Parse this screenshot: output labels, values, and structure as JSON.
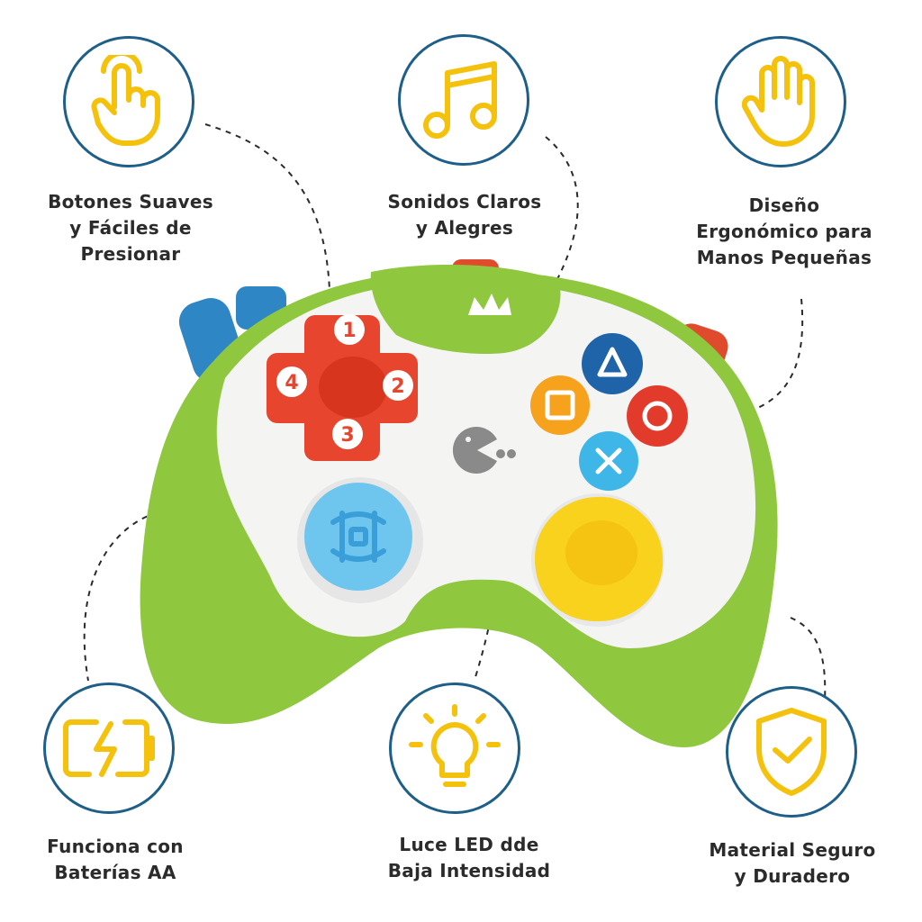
{
  "features": [
    {
      "icon": "tap-hand-icon",
      "lines": [
        "Botones Suaves",
        "y Fáciles de",
        "Presionar"
      ]
    },
    {
      "icon": "music-note-icon",
      "lines": [
        "Sonidos Claros",
        "y Alegres"
      ]
    },
    {
      "icon": "open-hand-icon",
      "lines": [
        "Diseño",
        "Ergonómico para",
        "Manos Pequeñas"
      ]
    },
    {
      "icon": "battery-icon",
      "lines": [
        "Funciona con",
        "Baterías AA"
      ]
    },
    {
      "icon": "lightbulb-icon",
      "lines": [
        "Luce LED dde",
        "Baja Intensidad"
      ]
    },
    {
      "icon": "shield-check-icon",
      "lines": [
        "Material Seguro",
        "y Duradero"
      ]
    }
  ],
  "controller": {
    "dpad_numbers": [
      "1",
      "2",
      "3",
      "4"
    ]
  },
  "colors": {
    "icon_stroke": "#f4c20d",
    "circle_border": "#1e5f8a",
    "controller_green": "#8fc73e",
    "controller_white": "#f4f4f2",
    "dpad_red": "#e8452f",
    "triangle_blue": "#1f63a8",
    "square_orange": "#f6a21c",
    "circle_red": "#e23b2c",
    "cross_cyan": "#3fb6e8",
    "joystick_yellow": "#f8d21c",
    "speaker_blue": "#6ec6ef"
  }
}
